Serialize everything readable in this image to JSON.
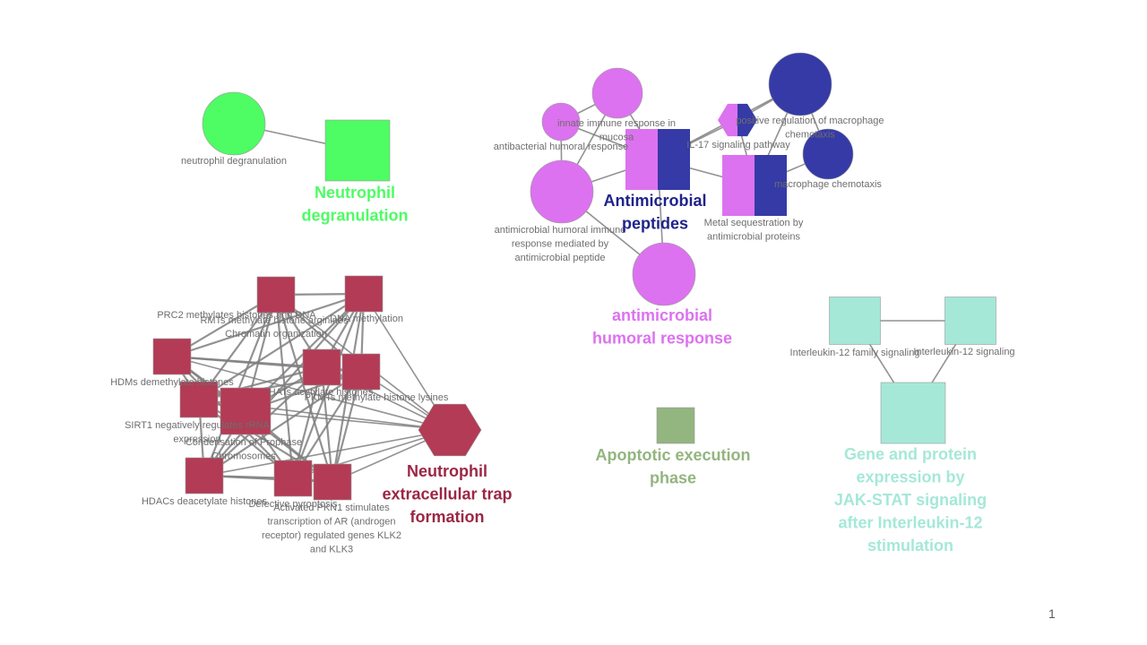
{
  "colors": {
    "neutrophil_degranulation": "#4efc64",
    "antimicrobial_peptides": "#353aa7",
    "antimicrobial_humoral": "#dc72ef",
    "net_formation": "#b33b55",
    "apoptotic": "#93b57f",
    "il12": "#a5e8d8",
    "edge": "#7f7f7f",
    "node_label": "#6e6e6e"
  },
  "clusters": {
    "neutrophil_degranulation": {
      "title": [
        "Neutrophil",
        "degranulation"
      ],
      "nodes": [
        "neutrophil degranulation"
      ]
    },
    "antimicrobial_peptides": {
      "title": [
        "Antimicrobial",
        "peptides"
      ],
      "nodes": [
        [
          "innate immune response in",
          "mucosa"
        ],
        [
          "antibacterial humoral response"
        ],
        [
          "IL-17 signaling pathway"
        ],
        [
          "positive regulation of macrophage",
          "chemotaxis"
        ],
        [
          "macrophage chemotaxis"
        ],
        [
          "Metal sequestration by",
          "antimicrobial proteins"
        ],
        [
          "antimicrobial humoral immune",
          "response mediated by",
          "antimicrobial peptide"
        ]
      ]
    },
    "antimicrobial_humoral": {
      "title": [
        "antimicrobial",
        "humoral response"
      ]
    },
    "net_formation": {
      "title": [
        "Neutrophil",
        "extracellular trap",
        "formation"
      ],
      "nodes": [
        [
          "PRC2 methylates histones and DNA"
        ],
        [
          "RMTs methylate histone arginines"
        ],
        [
          "DNA methylation"
        ],
        [
          "Chromatin organization"
        ],
        [
          "HDMs demethylate histones"
        ],
        [
          "HATs acetylate histones"
        ],
        [
          "PKMTs methylate histone lysines"
        ],
        [
          "SIRT1 negatively regulates rRNA",
          "expression"
        ],
        [
          "Condensation of Prophase",
          "Chromosomes"
        ],
        [
          "HDACs deacetylate histones"
        ],
        [
          "Defective pyroptosis"
        ],
        [
          "Activated PKN1 stimulates",
          "transcription of AR (androgen",
          "receptor) regulated genes KLK2",
          "and KLK3"
        ]
      ]
    },
    "apoptotic": {
      "title": [
        "Apoptotic execution",
        "phase"
      ]
    },
    "il12": {
      "title": [
        "Gene and protein",
        "expression by",
        "JAK-STAT signaling",
        "after Interleukin-12",
        "stimulation"
      ],
      "nodes": [
        [
          "Interleukin-12 family signaling"
        ],
        [
          "Interleukin-12 signaling"
        ]
      ]
    }
  },
  "page_number": "1"
}
